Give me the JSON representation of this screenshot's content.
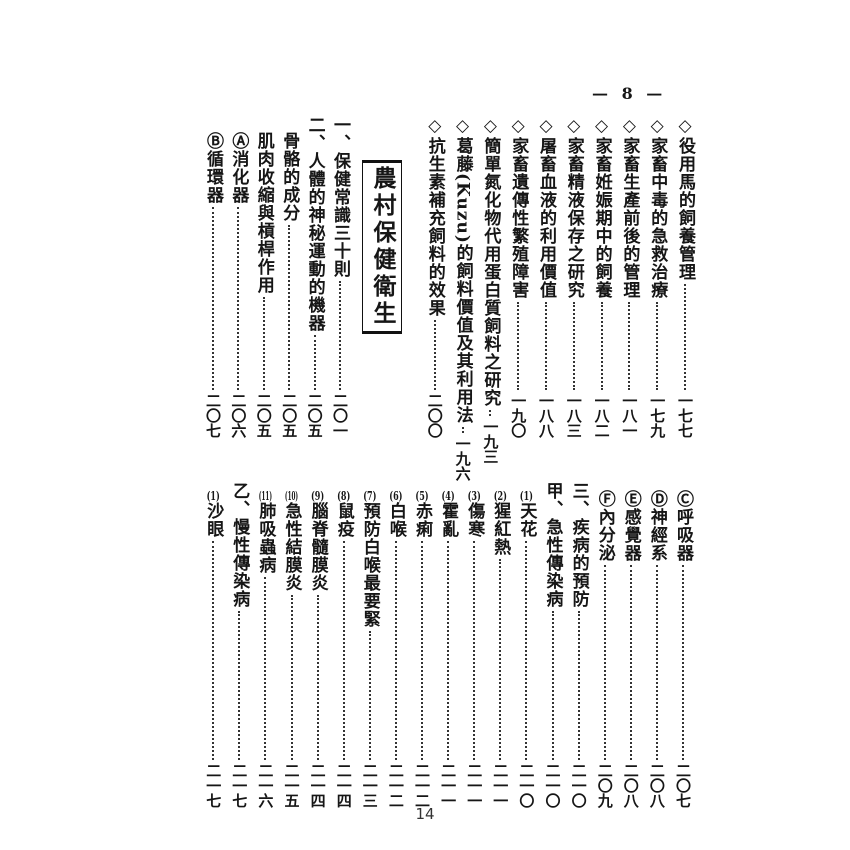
{
  "header": {
    "folio": "— 8 —"
  },
  "top_entries": [
    {
      "text": "◇役用馬的飼養管理",
      "page": "一七七"
    },
    {
      "text": "◇家畜中毒的急救治療",
      "page": "一七九"
    },
    {
      "text": "◇家畜生產前後的管理",
      "page": "一八一"
    },
    {
      "text": "◇家畜姙娠期中的飼養",
      "page": "一八二"
    },
    {
      "text": "◇家畜精液保存之研究",
      "page": "一八三"
    },
    {
      "text": "◇屠畜血液的利用價值",
      "page": "一八八"
    },
    {
      "text": "◇家畜遺傳性繁殖障害",
      "page": "一九〇"
    },
    {
      "text": "◇簡單氮化物代用蛋白質飼料之研究",
      "page": "一九三"
    },
    {
      "text": "◇葛藤(Kuzu)的飼料價值及其利用法",
      "page": "一九六"
    },
    {
      "text": "◇抗生素補充飼料的效果",
      "page": "二〇〇"
    }
  ],
  "section_title": "農村保健衛生",
  "left_entries": [
    {
      "text": "一、保健常識三十則",
      "page": "二〇一"
    },
    {
      "text": "二、人體的神秘運動的機器",
      "page": "二〇五"
    },
    {
      "text": "骨骼的成分",
      "page": "二〇五"
    },
    {
      "text": "肌肉收縮與槓桿作用",
      "page": "二〇五"
    },
    {
      "text": "Ⓐ消化器",
      "page": "二〇六"
    },
    {
      "text": "Ⓑ循環器",
      "page": "二〇七"
    }
  ],
  "bottom_entries": [
    {
      "marker": "",
      "text": "Ⓒ呼吸器",
      "page": "二〇七"
    },
    {
      "marker": "",
      "text": "Ⓓ神經系",
      "page": "二〇八"
    },
    {
      "marker": "",
      "text": "Ⓔ感覺器",
      "page": "二〇八"
    },
    {
      "marker": "",
      "text": "Ⓕ內分泌",
      "page": "二〇九"
    },
    {
      "marker": "",
      "text": "三、疾病的預防",
      "page": "二一〇"
    },
    {
      "marker": "",
      "text": "甲、急性傳染病",
      "page": "二一〇"
    },
    {
      "marker": "(1)",
      "text": "天花",
      "page": "二一〇"
    },
    {
      "marker": "(2)",
      "text": "猩紅熱",
      "page": "二一一"
    },
    {
      "marker": "(3)",
      "text": "傷寒",
      "page": "二一一"
    },
    {
      "marker": "(4)",
      "text": "霍亂",
      "page": "二一一"
    },
    {
      "marker": "(5)",
      "text": "赤痢",
      "page": "二一二"
    },
    {
      "marker": "(6)",
      "text": "白喉",
      "page": "二一二"
    },
    {
      "marker": "(7)",
      "text": "預防白喉最要緊",
      "page": "二一三"
    },
    {
      "marker": "(8)",
      "text": "鼠疫",
      "page": "二一四"
    },
    {
      "marker": "(9)",
      "text": "腦脊髓膜炎",
      "page": "二一四"
    },
    {
      "marker": "(10)",
      "text": "急性結膜炎",
      "page": "二一五"
    },
    {
      "marker": "(11)",
      "text": "肺吸蟲病",
      "page": "二一六"
    },
    {
      "marker": "",
      "text": "乙、慢性傳染病",
      "page": "二一七"
    },
    {
      "marker": "(1)",
      "text": "沙眼",
      "page": "二一七"
    }
  ],
  "footer": {
    "page_number": "14"
  }
}
